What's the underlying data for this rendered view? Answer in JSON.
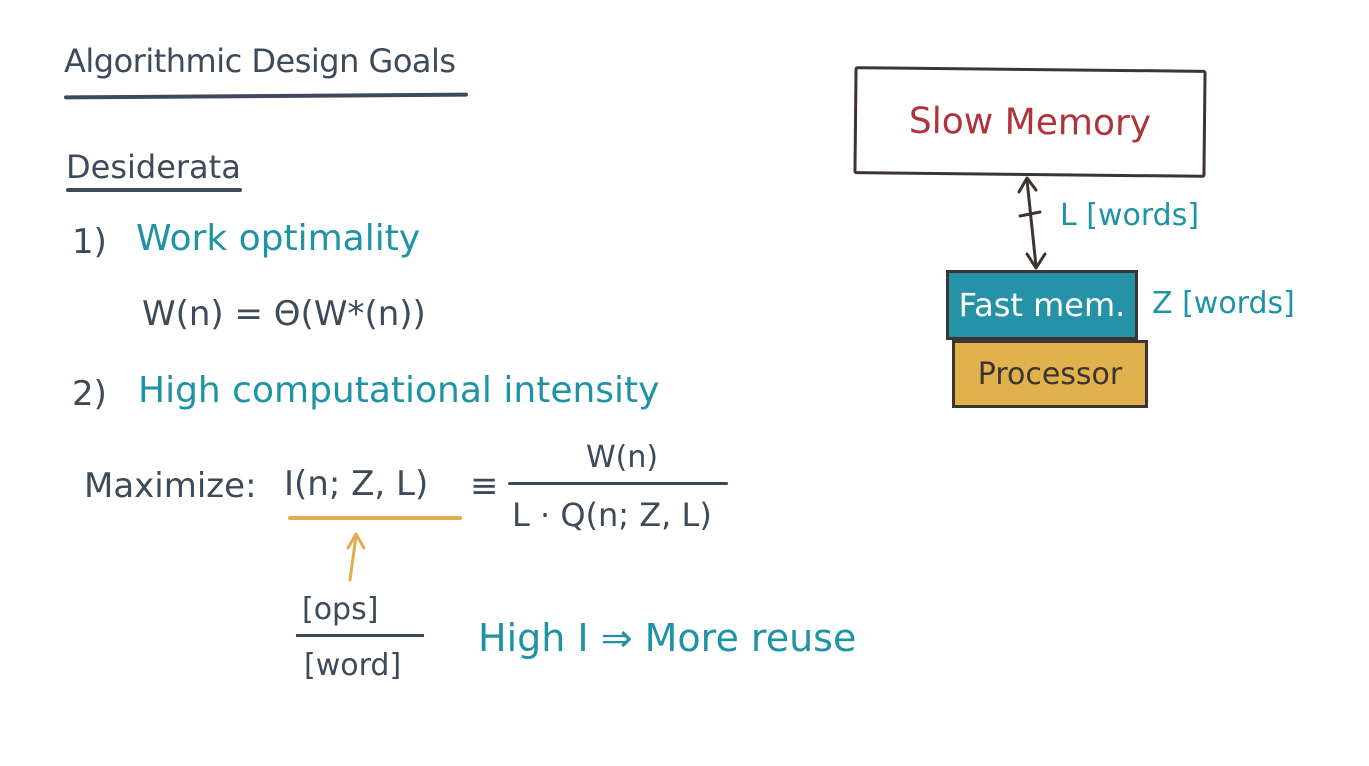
{
  "heading": {
    "title": "Algorithmic Design Goals",
    "subtitle": "Desiderata"
  },
  "goals": [
    {
      "number": "1)",
      "label": "Work optimality",
      "formula": "W(n) = Θ(W*(n))"
    },
    {
      "number": "2)",
      "label": "High computational intensity"
    }
  ],
  "maximize": {
    "label": "Maximize:",
    "lhs": "I(n; Z, L)",
    "equiv": "≡",
    "numerator": "W(n)",
    "denominator": "L · Q(n; Z, L)"
  },
  "units": {
    "numerator": "[ops]",
    "denominator": "[word]"
  },
  "conclusion": "High I ⇒ More reuse",
  "diagram": {
    "slow_memory": "Slow Memory",
    "fast_memory": "Fast mem.",
    "processor": "Processor",
    "link_label": "L [words]",
    "fast_size_label": "Z [words]"
  },
  "colors": {
    "ink": "#3c4a5a",
    "teal": "#1f93a6",
    "red": "#b0333b",
    "fast_mem_fill": "#2592a8",
    "processor_fill": "#e0b24e",
    "underline_accent": "#e2ad4d"
  }
}
